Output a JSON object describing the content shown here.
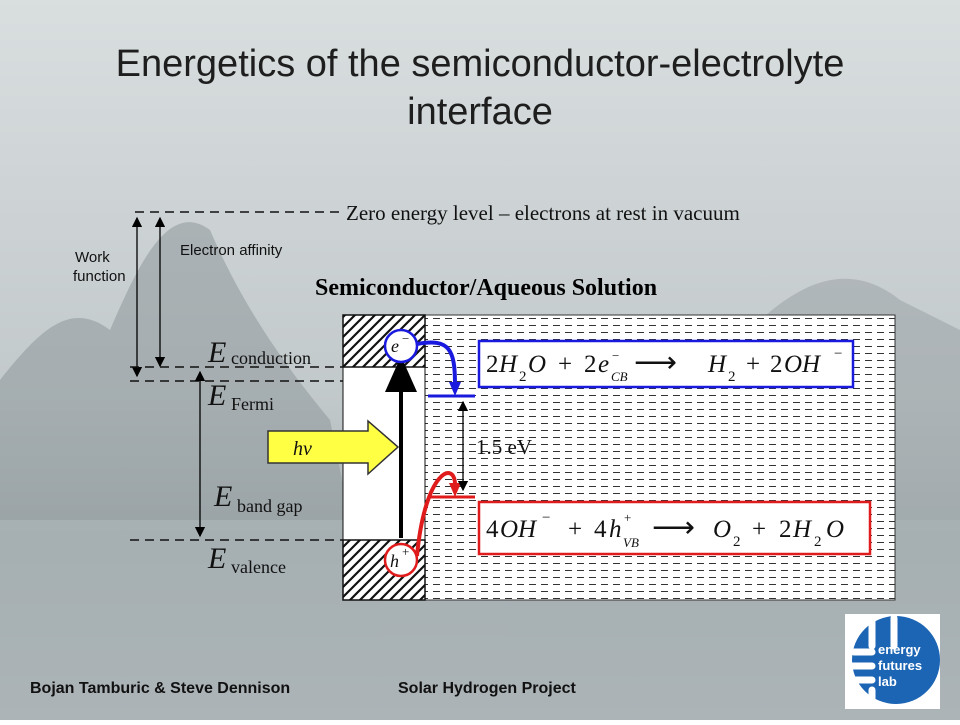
{
  "slide": {
    "title_line1": "Energetics of the semiconductor-electrolyte",
    "title_line2": "interface"
  },
  "diagram": {
    "zero_level_label": "Zero energy level – electrons at rest in vacuum",
    "work_function_line1": "Work",
    "work_function_line2": "function",
    "electron_affinity_label": "Electron affinity",
    "panel_heading": "Semiconductor/Aqueous Solution",
    "levels": {
      "conduction": {
        "symbol": "E",
        "subscript": "conduction"
      },
      "fermi": {
        "symbol": "E",
        "subscript": "Fermi"
      },
      "band_gap": {
        "symbol": "E",
        "subscript": "band gap"
      },
      "valence": {
        "symbol": "E",
        "subscript": "valence"
      }
    },
    "photon_label": "hν",
    "electron_label": "e",
    "electron_charge": "−",
    "hole_label": "h",
    "hole_charge": "+",
    "gap_energy": "1.5 eV",
    "reduction_reaction": {
      "coef1": "2",
      "H1": "H",
      "sub1": "2",
      "O1": "O",
      "plus1": "+",
      "coef2": "2",
      "e": "e",
      "e_sup": "−",
      "e_sub": "CB",
      "arrow": "⟶",
      "H2": "H",
      "sub2": "2",
      "plus2": "+",
      "coef3": "2",
      "OH": "OH",
      "OH_sup": "−"
    },
    "oxidation_reaction": {
      "coef1": "4",
      "OH": "OH",
      "OH_sup": "−",
      "plus1": "+",
      "coef2": "4",
      "h": "h",
      "h_sup": "+",
      "h_sub": "VB",
      "arrow": "⟶",
      "O": "O",
      "sub1": "2",
      "plus2": "+",
      "coef3": "2",
      "H": "H",
      "sub2": "2",
      "O2": "O"
    },
    "colors": {
      "reduction": "#1a1adf",
      "oxidation": "#e01b1b",
      "photon_arrow": "#ffff44"
    }
  },
  "footer": {
    "authors": "Bojan Tamburic & Steve Dennison",
    "project": "Solar Hydrogen Project"
  },
  "logo": {
    "line1": "energy",
    "line2": "futures",
    "line3": "lab"
  }
}
